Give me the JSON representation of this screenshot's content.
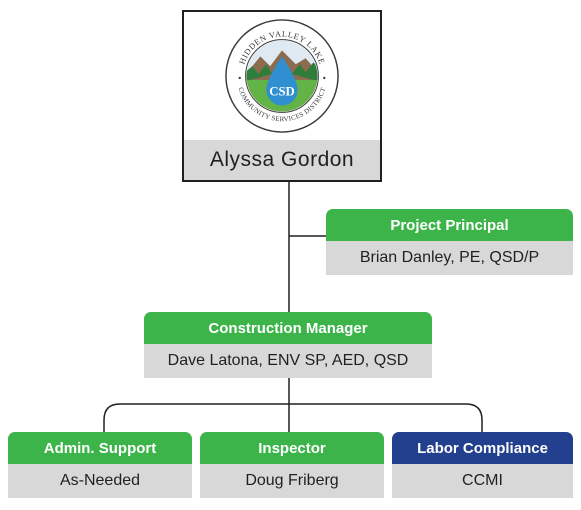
{
  "colors": {
    "green": "#3cb44a",
    "navy": "#23408e",
    "gray": "#d8d8d9",
    "line": "#231f20"
  },
  "lead": {
    "name": "Alyssa Gordon",
    "logo": {
      "top_text": "HIDDEN VALLEY LAKE",
      "bottom_text": "COMMUNITY SERVICES DISTRICT",
      "monogram": "CSD"
    }
  },
  "project_principal": {
    "role": "Project Principal",
    "person": "Brian Danley, PE, QSD/P"
  },
  "construction_manager": {
    "role": "Construction Manager",
    "person": "Dave Latona, ENV SP, AED, QSD"
  },
  "staff": [
    {
      "role": "Admin. Support",
      "person": "As-Needed",
      "color": "#3cb44a"
    },
    {
      "role": "Inspector",
      "person": "Doug Friberg",
      "color": "#3cb44a"
    },
    {
      "role": "Labor Compliance",
      "person": "CCMI",
      "color": "#23408e"
    }
  ]
}
